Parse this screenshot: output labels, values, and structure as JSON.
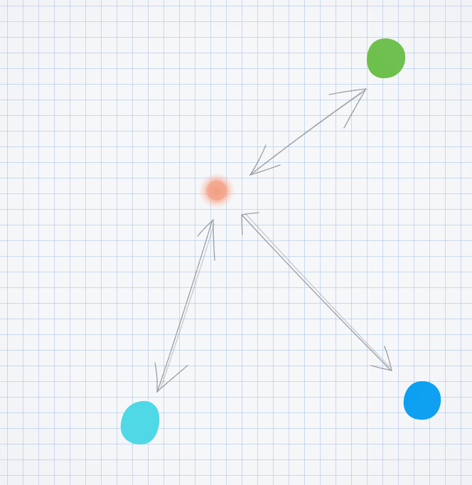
{
  "diagram": {
    "nodes": [
      {
        "id": "center",
        "color": "#f6a58a",
        "style": "soft-glow"
      },
      {
        "id": "green",
        "color": "#6cc04a"
      },
      {
        "id": "cyan",
        "color": "#4fd8e6"
      },
      {
        "id": "blue",
        "color": "#079ef2"
      }
    ],
    "edges": [
      {
        "from": "center",
        "to": "green",
        "direction": "bidirectional"
      },
      {
        "from": "center",
        "to": "cyan",
        "direction": "bidirectional"
      },
      {
        "from": "center",
        "to": "blue",
        "direction": "bidirectional"
      }
    ],
    "background": "graph-paper-grid",
    "grid_color": "#a9c3e8",
    "arrow_color": "#8a8f96"
  }
}
